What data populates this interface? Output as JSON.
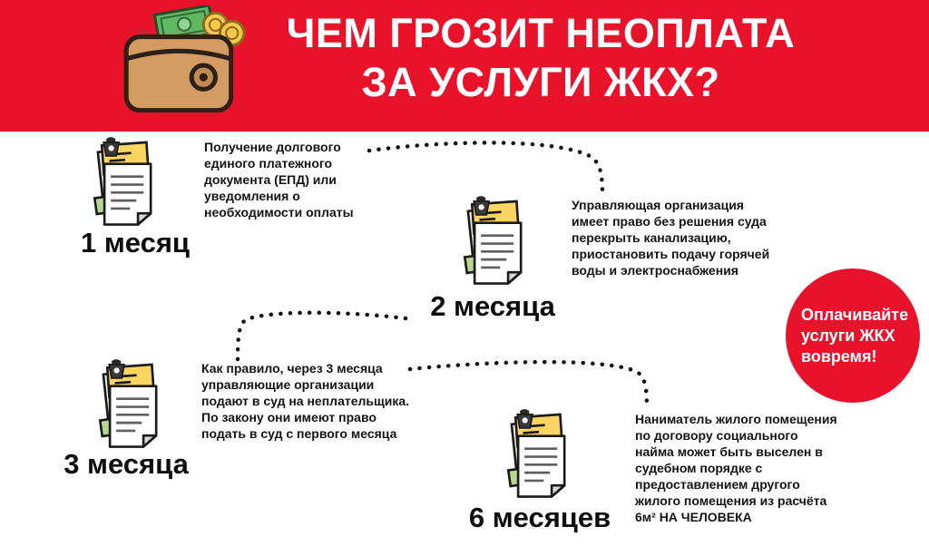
{
  "colors": {
    "accent_red": "#e8132b",
    "text": "#141414",
    "background": "#ffffff"
  },
  "header": {
    "title_line1": "ЧЕМ ГРОЗИТ НЕОПЛАТА",
    "title_line2": "ЗА УСЛУГИ ЖКХ?",
    "icon": "wallet-with-money-icon"
  },
  "milestones": [
    {
      "label": "1 месяц",
      "icon": "documents-stack-icon",
      "text": "Получение долгового единого платежного документа (ЕПД) или уведомления о необходимости оплаты"
    },
    {
      "label": "2 месяца",
      "icon": "documents-stack-icon",
      "text": "Управляющая организация имеет право без решения суда перекрыть канализацию, приостановить подачу горячей воды и электроснабжения"
    },
    {
      "label": "3 месяца",
      "icon": "documents-stack-icon",
      "text": "Как правило, через 3 месяца управляющие организации подают в суд на неплательщика. По закону они имеют право подать в суд с первого месяца"
    },
    {
      "label": "6 месяцев",
      "icon": "documents-stack-icon",
      "text": "Наниматель жилого помещения по договору социального найма может быть выселен в судебном порядке с предоставлением другого жилого помещения из расчёта 6м² НА ЧЕЛОВЕКА"
    }
  ],
  "badge": {
    "text": "Оплачивайте услуги ЖКХ вовремя!"
  }
}
